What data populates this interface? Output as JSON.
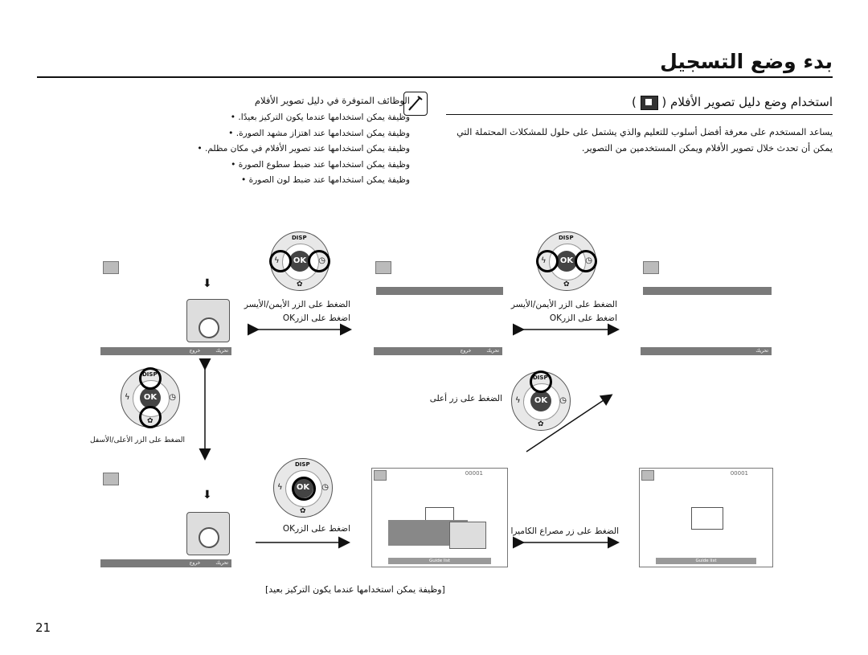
{
  "header": {
    "title": "بدء وضع التسجيل",
    "subheading": "استخدام وضع دليل تصوير الأفلام (",
    "subheading_end": ")"
  },
  "intro": {
    "text": "يساعد المستخدم على معرفة أفضل أسلوب للتعليم والذي يشتمل على حلول للمشكلات المحتملة التي يمكن أن تحدث خلال تصوير الأفلام ويمكن المستخدمين من التصوير."
  },
  "functions": {
    "title": "الوظائف المتوفرة في دليل تصوير الأفلام",
    "items": [
      "وظيفة يمكن استخدامها عندما يكون التركيز بعيدًا.",
      "وظيفة يمكن استخدامها عند اهتزاز مشهد الصورة.",
      "وظيفة يمكن استخدامها عند تصوير الأفلام في مكان مظلم.",
      "وظيفة يمكن استخدامها عند ضبط سطوع الصورة",
      "وظيفة يمكن استخدامها عند ضبط لون الصورة"
    ]
  },
  "diagram": {
    "caption_lr": "الضغط على الزر الأيمن/الأيسر",
    "caption_ok": "اضغط على الزرOK",
    "caption_up": "الضغط على زر أعلى",
    "caption_updown": "الضغط على الزر الأعلى/الأسفل",
    "caption_shutter": "الضغط على زر مصراع الكاميرا",
    "disp_label": "DISP",
    "ok_label": "OK",
    "guide_label": "Guide list",
    "counter": "00001",
    "menu_small_1": "خروج",
    "menu_small_2": "تحريك"
  },
  "footer": {
    "caption": "[وظيفة يمكن استخدامها عندما يكون التركيز بعيد]",
    "page_number": "21"
  }
}
